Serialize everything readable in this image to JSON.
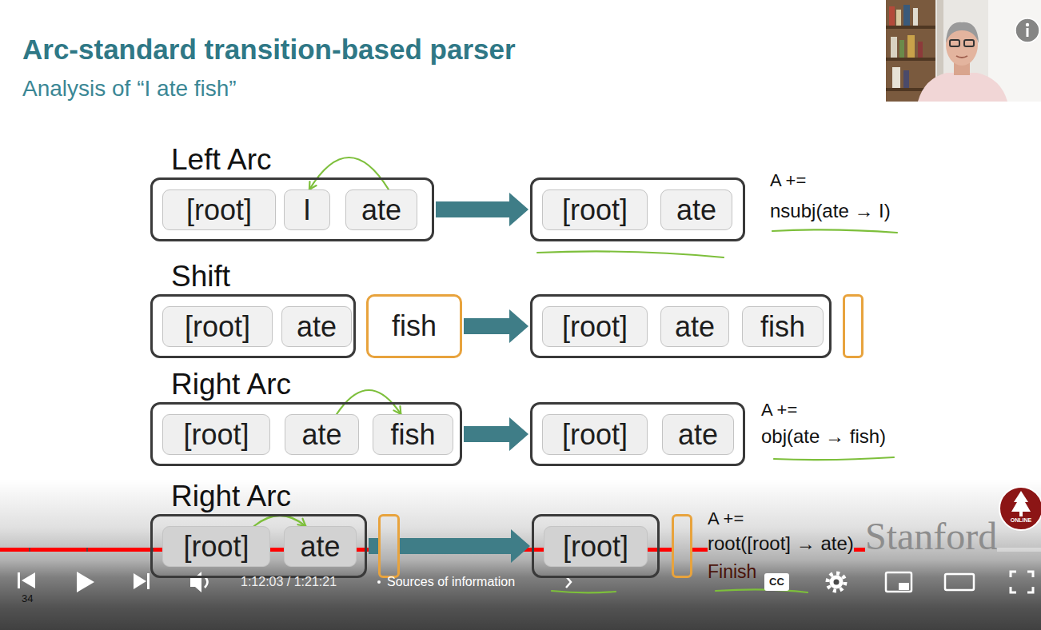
{
  "diagram": {
    "title": "Arc-standard transition-based parser",
    "nodes": [
      {
        "text": [
          "Left Arc"
        ]
      },
      {
        "text": [
          "[root]"
        ],
        "in": 0
      },
      {
        "text": [
          "I"
        ],
        "in": 0
      },
      {
        "text": [
          "ate"
        ],
        "in": 0
      },
      {
        "text": []
      },
      {
        "text": [
          "[root]"
        ],
        "in": 4
      },
      {
        "text": [
          "ate"
        ],
        "in": 4
      },
      {
        "text": [
          "Shift"
        ]
      },
      {
        "text": [
          "[root]"
        ],
        "in": 7
      },
      {
        "text": [
          "ate"
        ],
        "in": 7
      },
      {
        "text": [
          "fish"
        ]
      },
      {
        "text": []
      },
      {
        "text": [
          "[root]"
        ],
        "in": 11
      },
      {
        "text": [
          "ate"
        ],
        "in": 11
      },
      {
        "text": [
          "fish"
        ],
        "in": 11
      },
      {
        "text": [
          "Right Arc"
        ]
      },
      {
        "text": [
          "[root]"
        ],
        "in": 15
      },
      {
        "text": [
          "ate"
        ],
        "in": 15
      },
      {
        "text": [
          "fish"
        ],
        "in": 15
      },
      {
        "text": []
      },
      {
        "text": [
          "[root]"
        ],
        "in": 19
      },
      {
        "text": [
          "ate"
        ],
        "in": 19
      },
      {
        "text": [
          "Right Arc"
        ]
      },
      {
        "text": [
          "[root]"
        ],
        "in": 22
      },
      {
        "text": [
          "ate"
        ],
        "in": 22
      },
      {
        "text": []
      },
      {
        "text": [
          "[root]"
        ],
        "in": 25
      }
    ],
    "edges": [
      {
        "from": 3,
        "to": 2,
        "arrow": "to"
      },
      {
        "from": 0,
        "to": 4,
        "arrow": "to"
      },
      {
        "from": 10,
        "to": 11,
        "arrow": "to"
      },
      {
        "from": 17,
        "to": 18,
        "arrow": "to"
      },
      {
        "from": 15,
        "to": 19,
        "arrow": "to"
      },
      {
        "from": 23,
        "to": 24,
        "arrow": "to"
      },
      {
        "from": 22,
        "to": 25,
        "arrow": "to"
      }
    ],
    "labels": [
      "Analysis of “I ate fish”",
      "A +=",
      "nsubj(ate → I)",
      "A +=",
      "obj(ate → fish)",
      "A +=",
      "root([root] → ate)",
      "Finish",
      "Stanford",
      "ONLINE",
      "34",
      "1:12:03 / 1:21:21",
      "Sources of information",
      "CC"
    ]
  }
}
